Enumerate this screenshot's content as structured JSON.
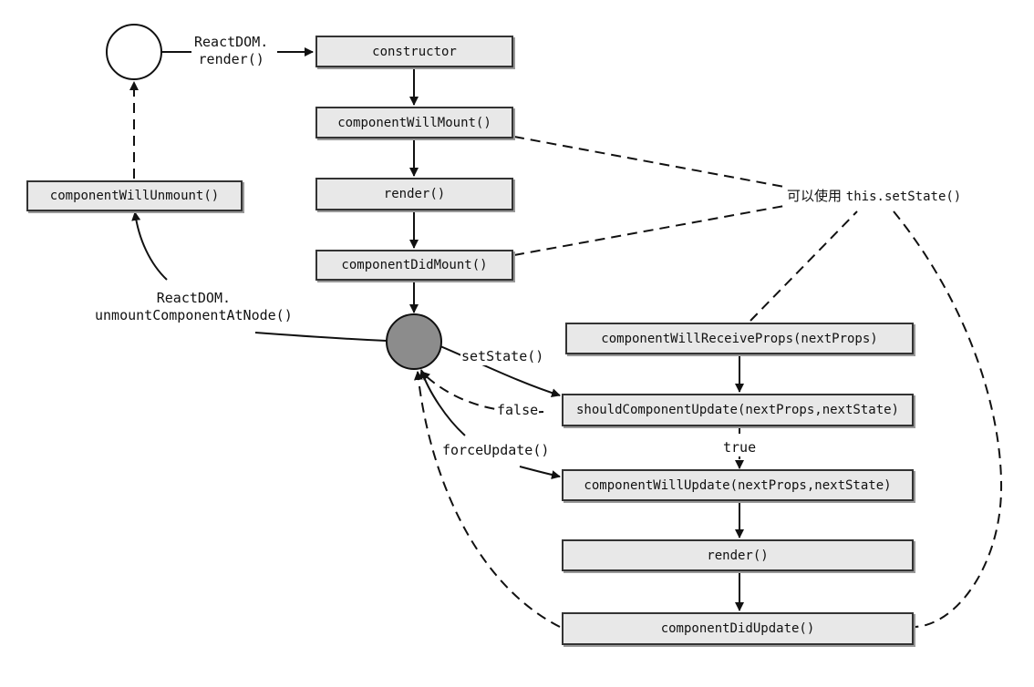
{
  "states": {
    "unmounted": "unmounted-node",
    "mounted": "mounted-node"
  },
  "mounting": {
    "constructor": "constructor",
    "will_mount": "componentWillMount()",
    "render": "render()",
    "did_mount": "componentDidMount()"
  },
  "unmounting": {
    "will_unmount": "componentWillUnmount()"
  },
  "updating": {
    "will_receive_props": "componentWillReceiveProps(nextProps)",
    "should_update": "shouldComponentUpdate(nextProps,nextState)",
    "will_update": "componentWillUpdate(nextProps,nextState)",
    "render": "render()",
    "did_update": "componentDidUpdate()"
  },
  "edges": {
    "reactdom_render_line1": "ReactDOM.",
    "reactdom_render_line2": "render()",
    "unmount_line1": "ReactDOM.",
    "unmount_line2": "unmountComponentAtNode()",
    "set_state": "setState()",
    "false": "false",
    "true": "true",
    "force_update": "forceUpdate()"
  },
  "note": {
    "cjk": "可以使用",
    "code": "this.setState()"
  },
  "colors": {
    "box_fill": "#e8e8e8",
    "box_border": "#333333",
    "mounted_node": "#8c8c8c",
    "line": "#111111"
  }
}
